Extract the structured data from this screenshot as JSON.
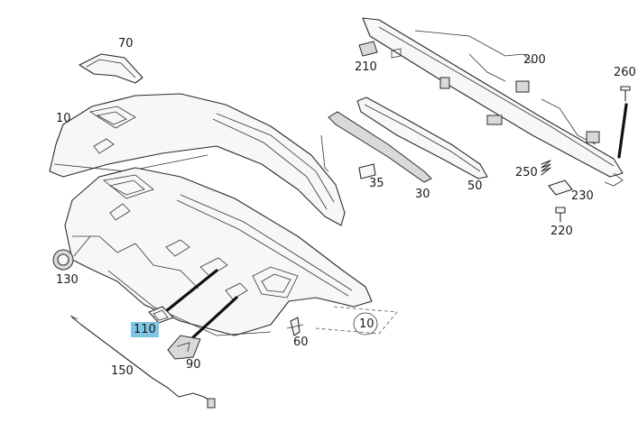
{
  "callouts": {
    "p70": "70",
    "p10a": "10",
    "p130": "130",
    "p110": "110",
    "p150": "150",
    "p90": "90",
    "p60": "60",
    "p10b": "10",
    "p210": "210",
    "p200": "200",
    "p260": "260",
    "p35": "35",
    "p30": "30",
    "p50": "50",
    "p250": "250",
    "p230": "230",
    "p220": "220"
  },
  "highlight_color": "#7fc6e6"
}
